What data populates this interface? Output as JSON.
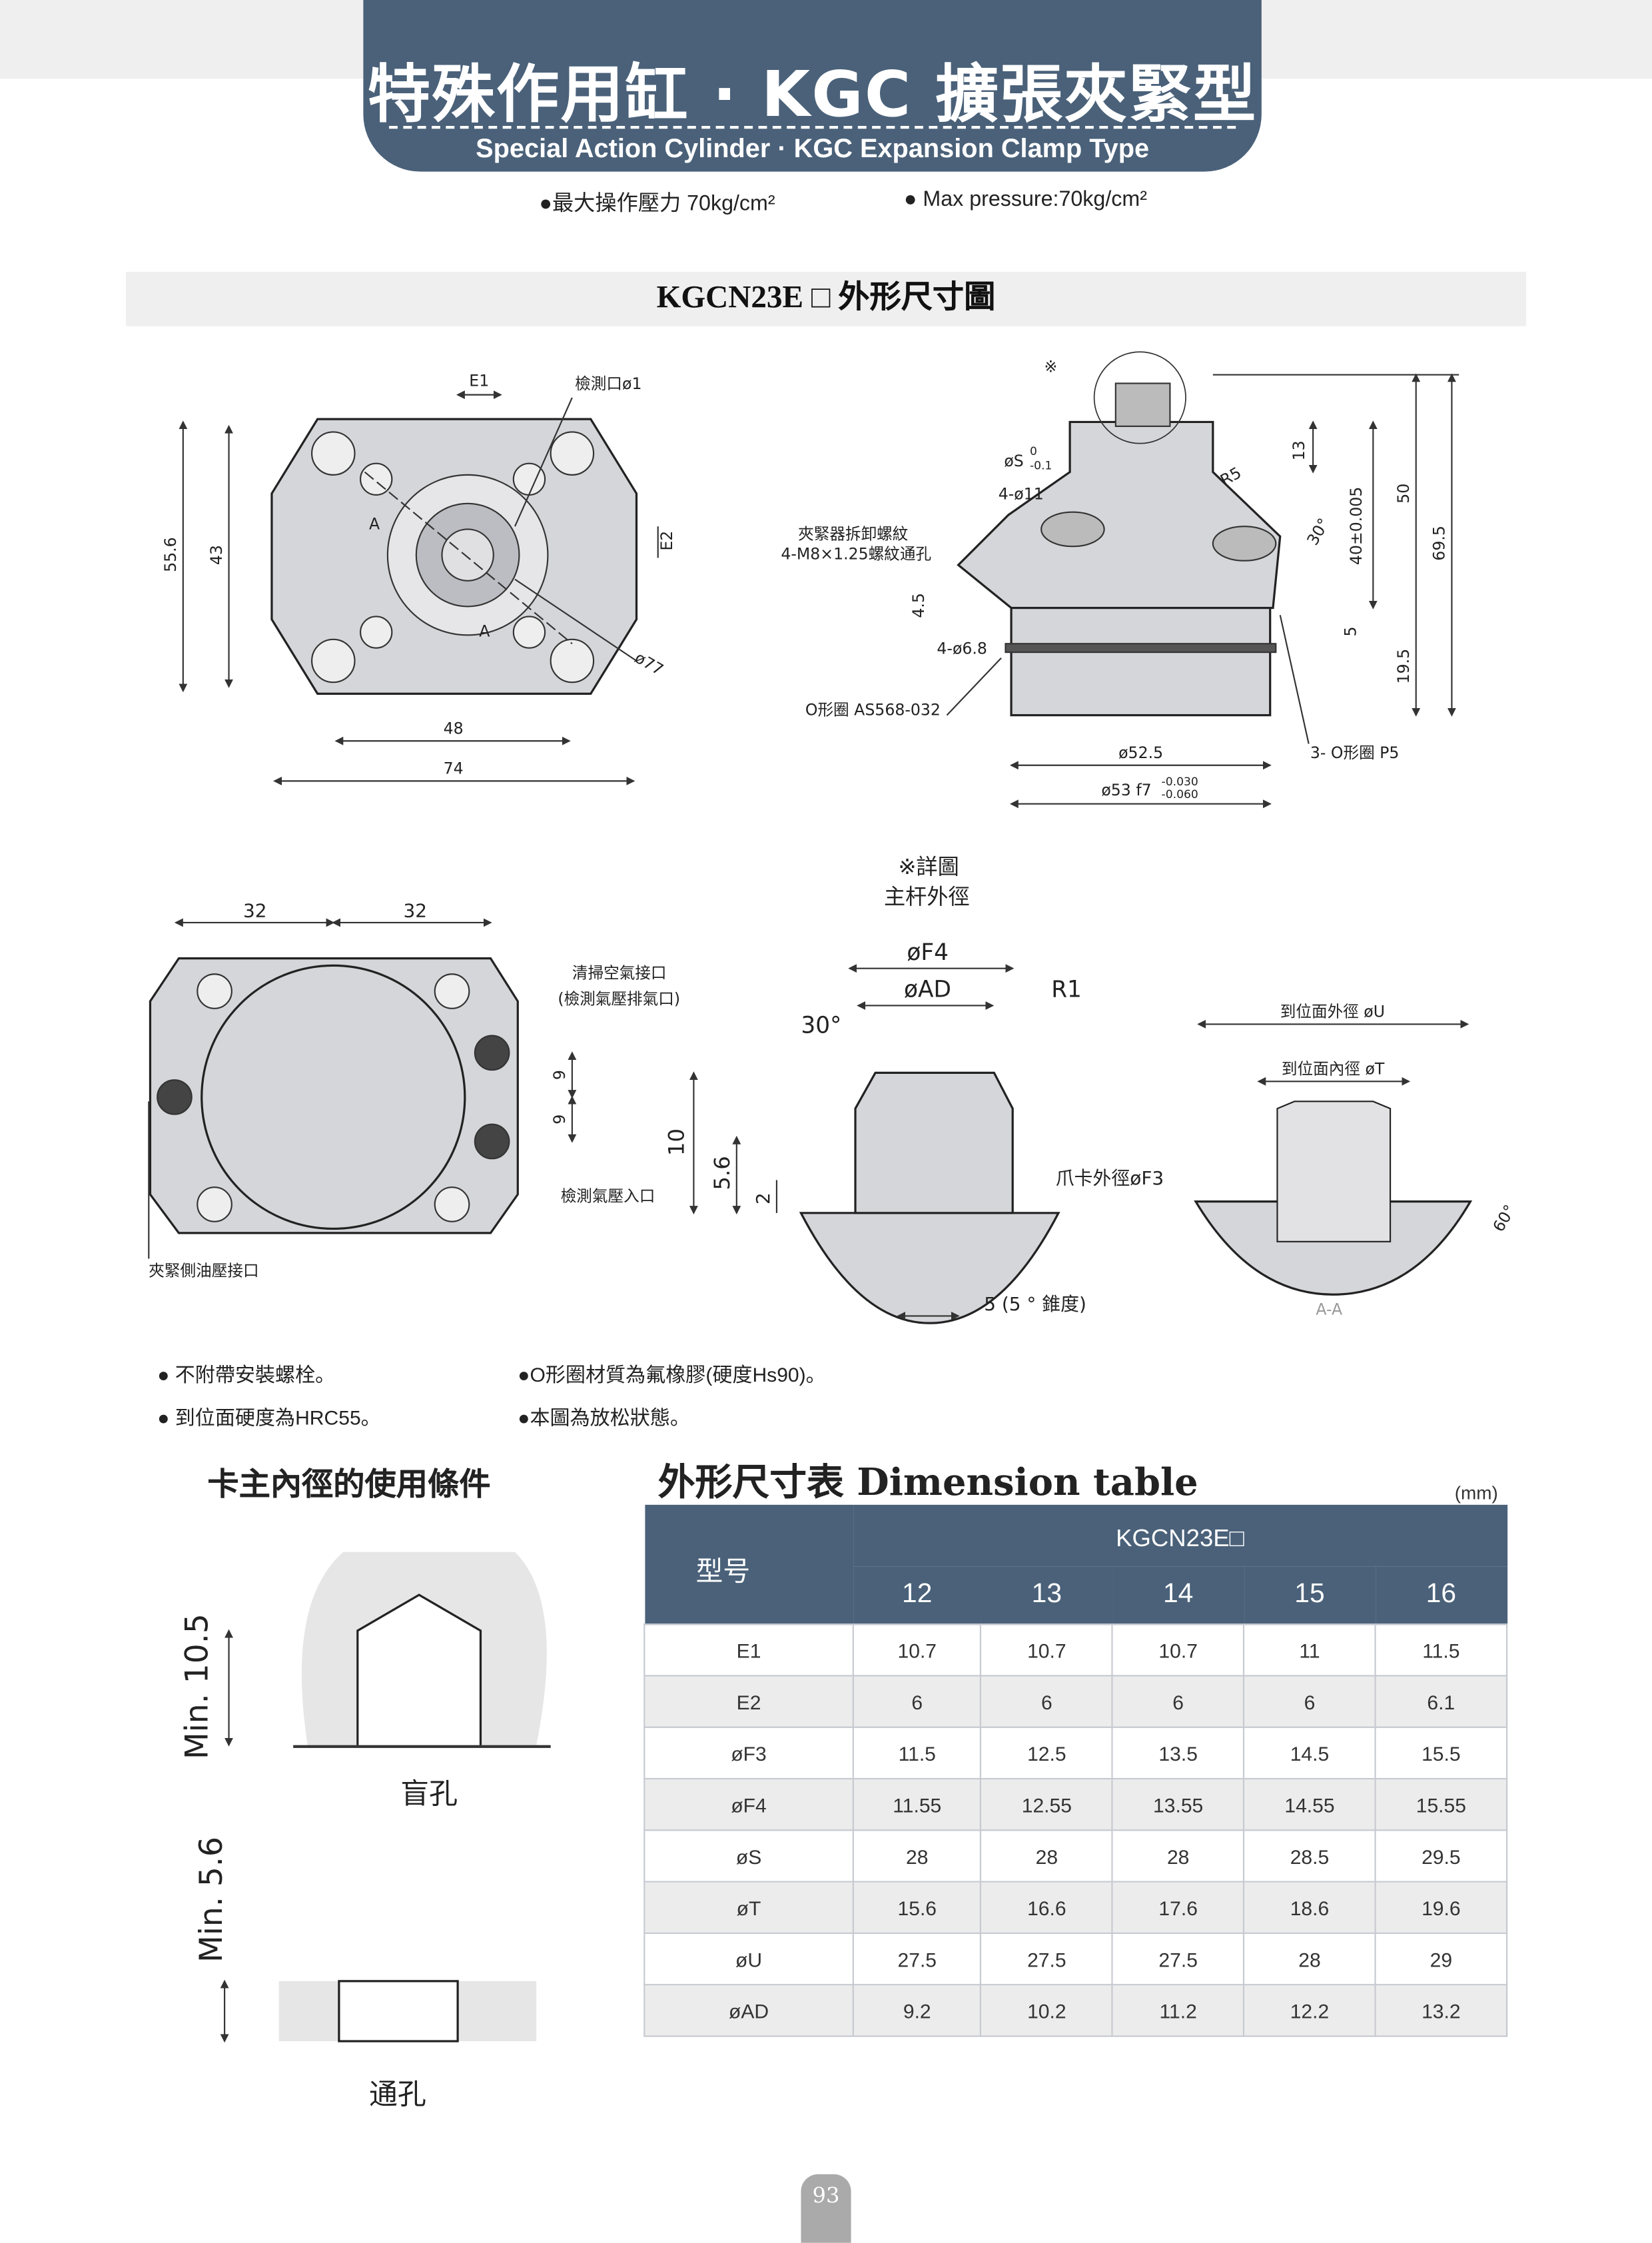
{
  "header": {
    "title": "特殊作用缸 · KGC 擴張夾緊型",
    "subtitle": "Special Action Cylinder  ·  KGC Expansion Clamp Type",
    "pressure_cn": "●最大操作壓力 70kg/cm²",
    "pressure_en": "● Max pressure:70kg/cm²"
  },
  "section_title": "KGCN23E □ 外形尺寸圖",
  "plan_view": {
    "e1": "E1",
    "port": "檢測口ø1",
    "e2": "E2",
    "d77": "ø77",
    "a": "A",
    "d556": "55.6",
    "d43": "43",
    "d48": "48",
    "d74": "74"
  },
  "side_view": {
    "mark": "※",
    "os": "øS",
    "os_tol_up": "0",
    "os_tol_dn": "-0.1",
    "d4_11": "4-ø11",
    "r5": "R5",
    "d13": "13",
    "thread1": "夾緊器拆卸螺紋",
    "thread2": "4-M8×1.25螺紋通孔",
    "a30": "30°",
    "d40": "40±0.005",
    "d50": "50",
    "d695": "69.5",
    "d45": "4.5",
    "d4_68": "4-ø6.8",
    "d5": "5",
    "d195": "19.5",
    "oring": "O形圈 AS568-032",
    "d525": "ø52.5",
    "d53": "ø53 f7",
    "d53_up": "-0.030",
    "d53_dn": "-0.060",
    "oring_p5": "3- O形圈 P5"
  },
  "bottom_view": {
    "d32a": "32",
    "d32b": "32",
    "air1": "清掃空氣接口",
    "air2": "(檢測氣壓排氣口)",
    "d9a": "9",
    "d9b": "9",
    "check_in": "檢測氣壓入口",
    "oil": "夾緊側油壓接口"
  },
  "detail": {
    "title1": "※詳圖",
    "title2": "主杆外徑",
    "f4": "øF4",
    "ad": "øAD",
    "r1": "R1",
    "a30": "30°",
    "d10": "10",
    "d56": "5.6",
    "d2": "2",
    "f3": "爪卡外徑øF3",
    "taper": "5 (5 ° 錐度)"
  },
  "section_aa": {
    "u": "到位面外徑 øU",
    "t": "到位面內徑 øT",
    "a60": "60°",
    "label": "A-A"
  },
  "notes": [
    "不附帶安裝螺栓。",
    "O形圈材質為氟橡膠(硬度Hs90)。",
    "到位面硬度為HRC55。",
    "本圖為放松狀態。"
  ],
  "usage": {
    "title": "卡主內徑的使用條件",
    "min105": "Min. 10.5",
    "blind": "盲孔",
    "min56": "Min. 5.6",
    "through": "通孔"
  },
  "table": {
    "title": "外形尺寸表 Dimension table",
    "unit": "(mm)",
    "group": "KGCN23E□",
    "model_label": "型号",
    "columns": [
      "12",
      "13",
      "14",
      "15",
      "16"
    ],
    "rows": [
      {
        "name": "E1",
        "values": [
          "10.7",
          "10.7",
          "10.7",
          "11",
          "11.5"
        ]
      },
      {
        "name": "E2",
        "values": [
          "6",
          "6",
          "6",
          "6",
          "6.1"
        ]
      },
      {
        "name": "øF3",
        "values": [
          "11.5",
          "12.5",
          "13.5",
          "14.5",
          "15.5"
        ]
      },
      {
        "name": "øF4",
        "values": [
          "11.55",
          "12.55",
          "13.55",
          "14.55",
          "15.55"
        ]
      },
      {
        "name": "øS",
        "values": [
          "28",
          "28",
          "28",
          "28.5",
          "29.5"
        ]
      },
      {
        "name": "øT",
        "values": [
          "15.6",
          "16.6",
          "17.6",
          "18.6",
          "19.6"
        ]
      },
      {
        "name": "øU",
        "values": [
          "27.5",
          "27.5",
          "27.5",
          "28",
          "29"
        ]
      },
      {
        "name": "øAD",
        "values": [
          "9.2",
          "10.2",
          "11.2",
          "12.2",
          "13.2"
        ]
      }
    ]
  },
  "page_number": "93",
  "colors": {
    "banner": "#4a6179",
    "part_fill": "#d5d6da"
  }
}
